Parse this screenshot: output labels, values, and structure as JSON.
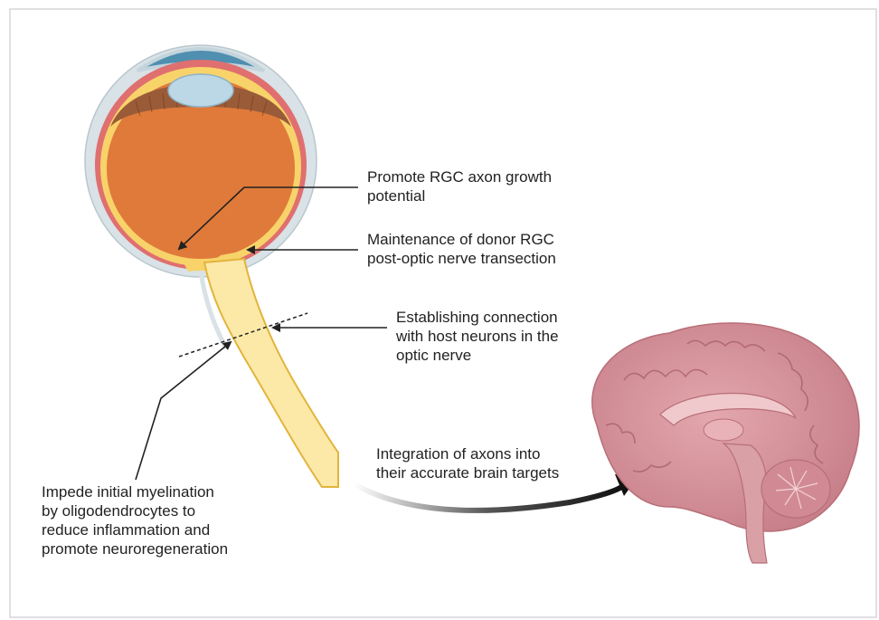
{
  "labels": {
    "growth": [
      "Promote RGC axon growth",
      "potential"
    ],
    "maintenance": [
      "Maintenance of donor RGC",
      "post-optic nerve transection"
    ],
    "connection": [
      "Establishing connection",
      "with host neurons in the",
      "optic nerve"
    ],
    "integration": [
      "Integration of axons into",
      "their accurate brain targets"
    ],
    "myelination": [
      "Impede initial myelination",
      "by oligodendrocytes to",
      "reduce inflammation and",
      "promote neuroregeneration"
    ]
  },
  "colors": {
    "frame_border": "#d3d6da",
    "vitreous": "#e07a3a",
    "retina_yellow": "#f7d36a",
    "nerve_fill": "#fce9a8",
    "nerve_stroke": "#e2b43c",
    "sclera": "#d9e2e6",
    "choroid": "#e06f6f",
    "cornea": "#4f8fb0",
    "lens": "#bcd7e6",
    "ciliary": "#9a5b38",
    "brain": "#d7939a",
    "brain_dark": "#b86e78",
    "arrow": "#222222"
  }
}
